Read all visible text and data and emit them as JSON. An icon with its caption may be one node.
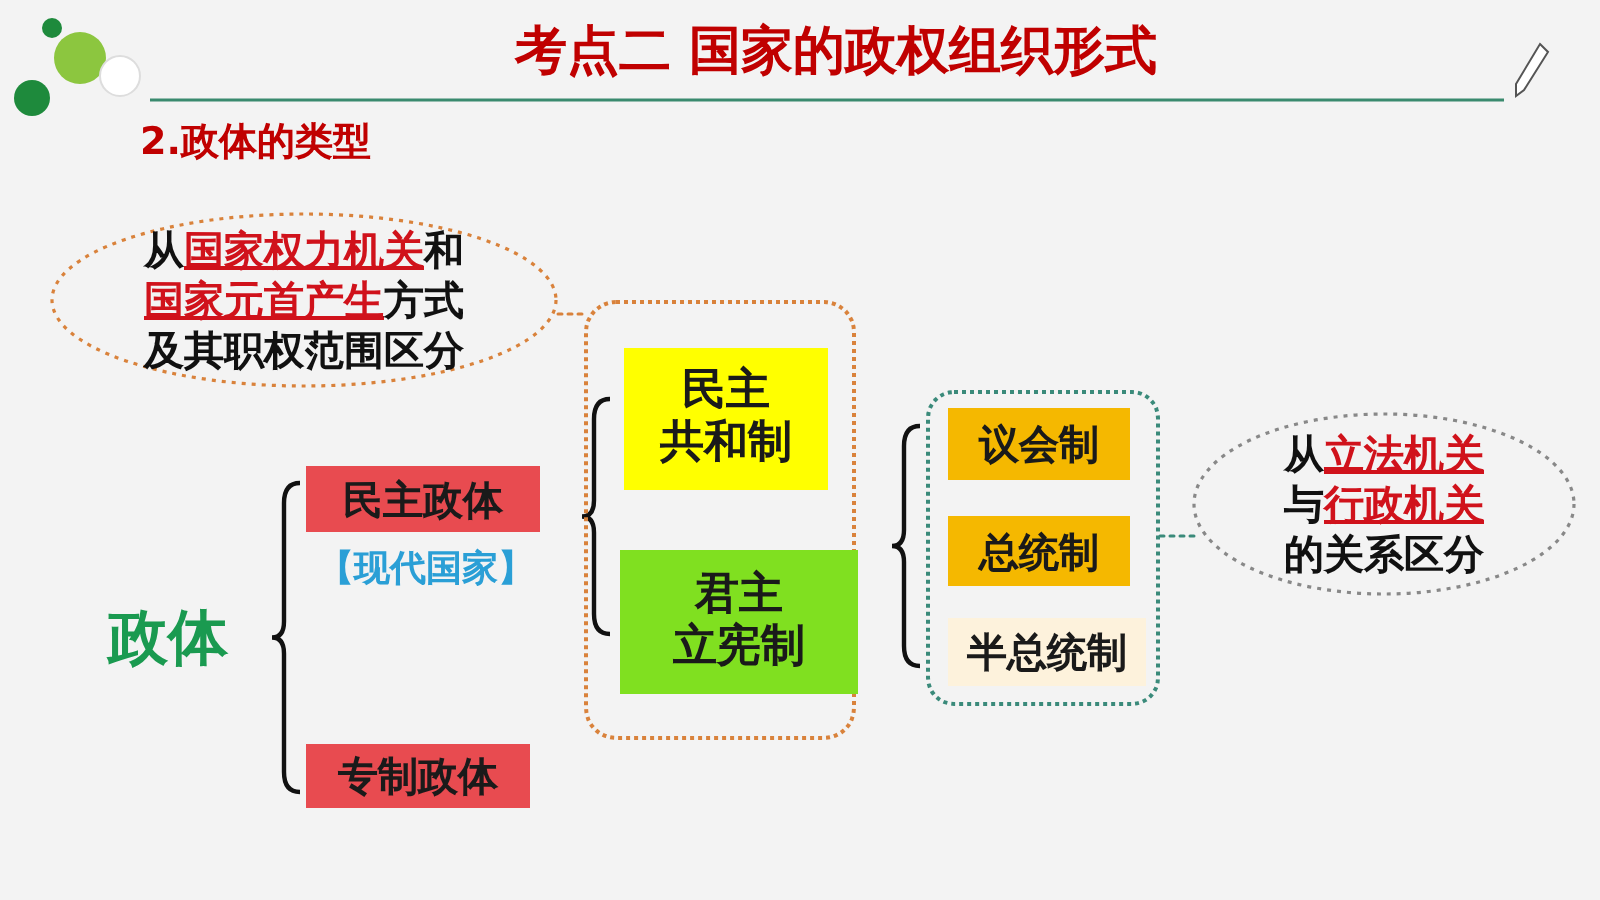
{
  "diagram": {
    "title": "考点二 国家的政权组织形式",
    "nodes": [
      {
        "text": [
          "从**国家权力机关**和**国家元首产生**方式及其职权范围区分"
        ]
      },
      {
        "text": [],
        "shape": "box"
      },
      {
        "text": [
          "民主共和制"
        ],
        "in": 1
      },
      {
        "text": [
          "君主立宪制"
        ],
        "in": 1
      },
      {
        "text": [
          "政体"
        ]
      },
      {
        "text": [
          "民主政体"
        ],
        "beside": [
          "【现代国家】"
        ]
      },
      {
        "text": [
          "专制政体"
        ]
      },
      {
        "text": [],
        "shape": "box"
      },
      {
        "text": [
          "议会制"
        ],
        "in": 7
      },
      {
        "text": [
          "总统制"
        ],
        "in": 7
      },
      {
        "text": [
          "半总统制"
        ],
        "in": 7
      },
      {
        "text": [
          "从**立法机关**与**行政机关**的关系区分"
        ]
      }
    ],
    "edges": [
      {
        "from": 0,
        "to": 1,
        "arrow": "none",
        "style": "dashed",
        "color": "#d9823b"
      },
      {
        "from": 11,
        "to": 7,
        "arrow": "none",
        "style": "dashed",
        "color": "#3a8a7a"
      }
    ],
    "labels": [
      "2.政体的类型"
    ]
  }
}
